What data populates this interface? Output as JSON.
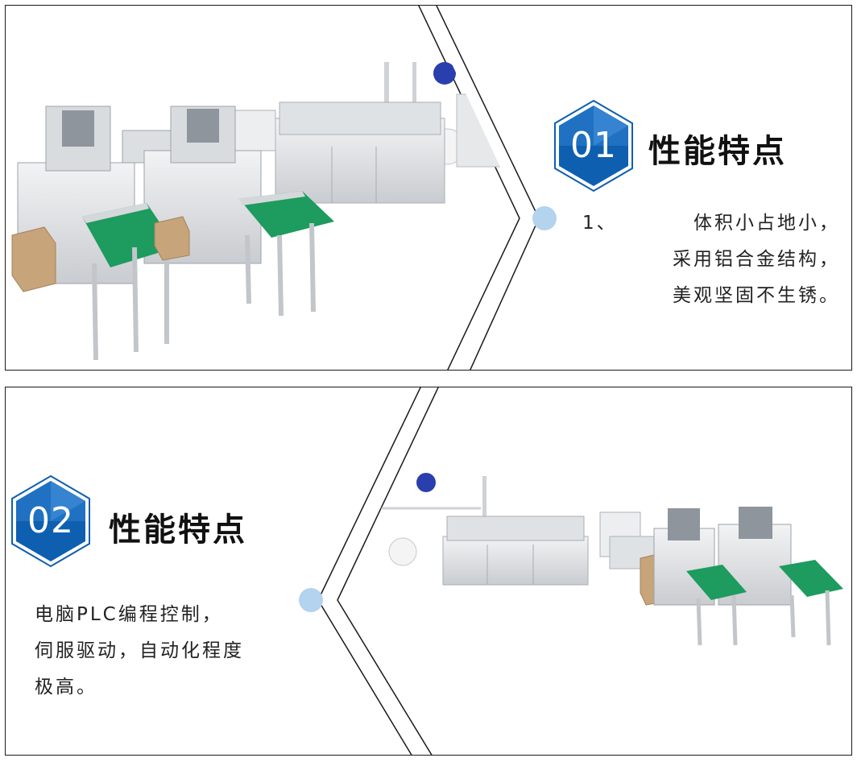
{
  "colors": {
    "badge_dark": "#0f5fb0",
    "badge_light": "#3a88d8",
    "dot": "#b3d3ee",
    "machine_green": "#1e9b5e",
    "frame": "#1a1a1a"
  },
  "features": [
    {
      "number": "01",
      "title": "性能特点",
      "prefix": "1、",
      "lines": [
        "体积小占地小，",
        "采用铝合金结构，",
        "美观坚固不生锈。"
      ],
      "image": "mask-production-line-machine"
    },
    {
      "number": "02",
      "title": "性能特点",
      "lines": [
        "电脑PLC编程控制，",
        "伺服驱动，自动化程度",
        "极高。"
      ],
      "image": "mask-production-line-machine"
    }
  ]
}
